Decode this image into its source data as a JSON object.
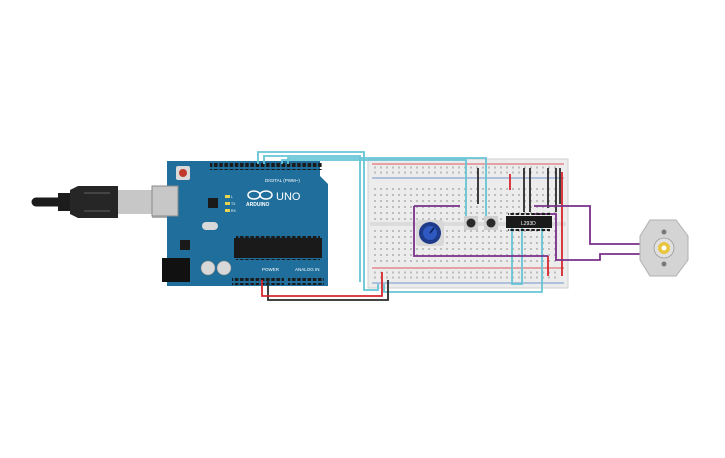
{
  "arduino": {
    "brand": "ARDUINO",
    "model": "UNO",
    "header_digital": "DIGITAL (PWM~)",
    "header_power": "POWER",
    "header_analog": "ANALOG IN",
    "led_tx": "TX",
    "led_rx": "RX",
    "led_l": "L"
  },
  "chip": {
    "label": "L293D"
  },
  "colors": {
    "board": "#1f6e9c",
    "wire_cyan": "#66c5d6",
    "wire_red": "#d6262c",
    "wire_black": "#2a2a2a",
    "wire_purple": "#7a2f8a",
    "motor_shaft": "#e8c640"
  },
  "icons": {
    "usb": "usb-cable-icon",
    "arduino_logo": "arduino-infinity-icon",
    "potentiometer": "potentiometer-icon",
    "button": "pushbutton-icon",
    "motor": "dc-motor-icon"
  }
}
